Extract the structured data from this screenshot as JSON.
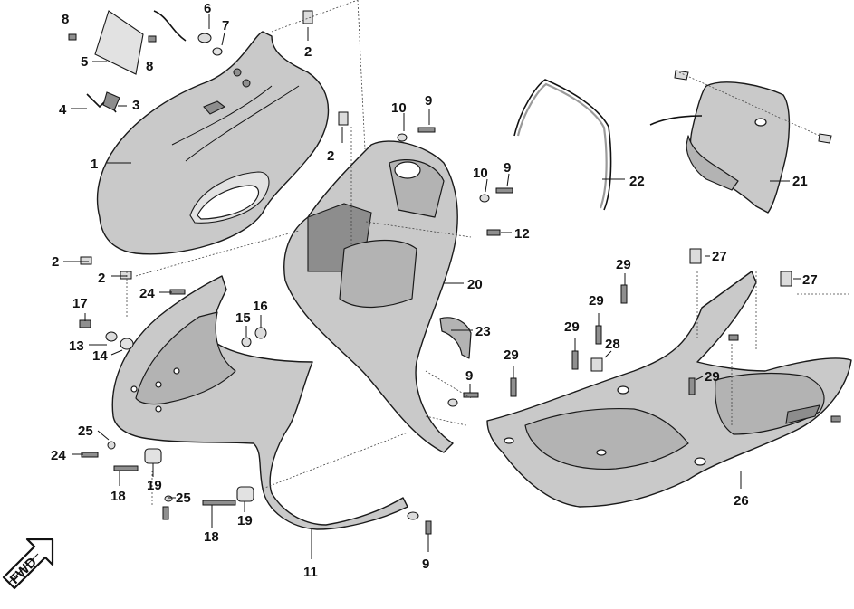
{
  "labels": {
    "p1": "1",
    "p2a": "2",
    "p2b": "2",
    "p2c": "2",
    "p2d": "2",
    "p3": "3",
    "p4": "4",
    "p5": "5",
    "p6": "6",
    "p7": "7",
    "p8a": "8",
    "p8b": "8",
    "p9a": "9",
    "p9b": "9",
    "p9c": "9",
    "p9d": "9",
    "p10a": "10",
    "p10b": "10",
    "p11": "11",
    "p12": "12",
    "p13": "13",
    "p14": "14",
    "p15": "15",
    "p16": "16",
    "p17": "17",
    "p18a": "18",
    "p18b": "18",
    "p19a": "19",
    "p19b": "19",
    "p20": "20",
    "p21": "21",
    "p22": "22",
    "p23": "23",
    "p24a": "24",
    "p24b": "24",
    "p25a": "25",
    "p25b": "25",
    "p26": "26",
    "p27a": "27",
    "p27b": "27",
    "p28": "28",
    "p29a": "29",
    "p29b": "29",
    "p29c": "29",
    "p29d": "29",
    "p29e": "29"
  },
  "fwd_label": "FWD",
  "colors": {
    "panel": "#c9c9c9",
    "panel_dark": "#8d8d8d",
    "line": "#1a1a1a"
  }
}
